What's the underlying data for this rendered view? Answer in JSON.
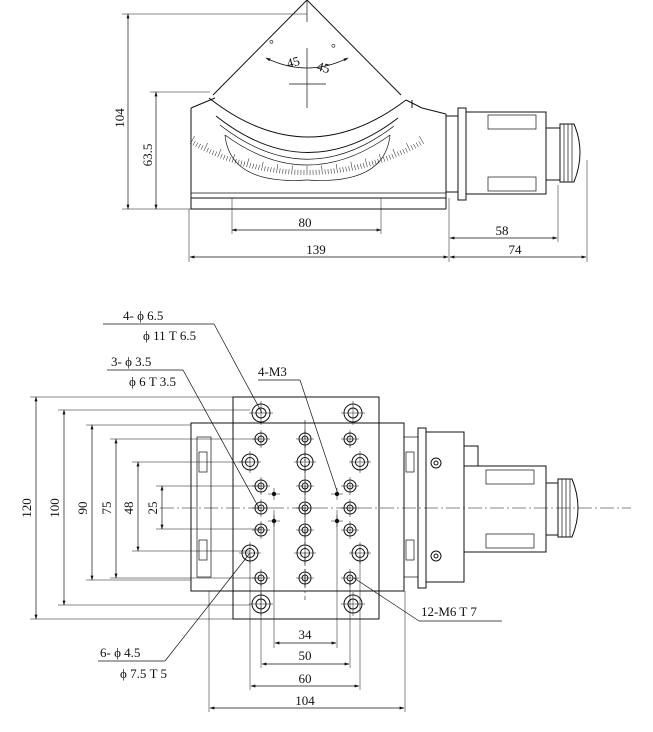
{
  "drawing": {
    "top_view": {
      "angle_left": "45",
      "angle_right": "45",
      "degree_mark": "°",
      "dim_height_total": "104",
      "dim_height_scale": "63.5",
      "dim_base_width": "80",
      "dim_body_length": "139",
      "dim_motor_length": "58",
      "dim_motor_total": "74"
    },
    "bottom_view": {
      "callout_1_line1": "4- ϕ 6.5",
      "callout_1_line2": "ϕ 11 T 6.5",
      "callout_2_line1": "3- ϕ 3.5",
      "callout_2_line2": "ϕ 6 T 3.5",
      "callout_3": "4-M3",
      "callout_4": "12-M6 T 7",
      "callout_5_line1": "6- ϕ 4.5",
      "callout_5_line2": "ϕ 7.5 T 5",
      "dim_v_120": "120",
      "dim_v_100": "100",
      "dim_v_90": "90",
      "dim_v_75": "75",
      "dim_v_48": "48",
      "dim_v_25": "25",
      "dim_h_34": "34",
      "dim_h_50": "50",
      "dim_h_60": "60",
      "dim_h_104": "104"
    }
  }
}
